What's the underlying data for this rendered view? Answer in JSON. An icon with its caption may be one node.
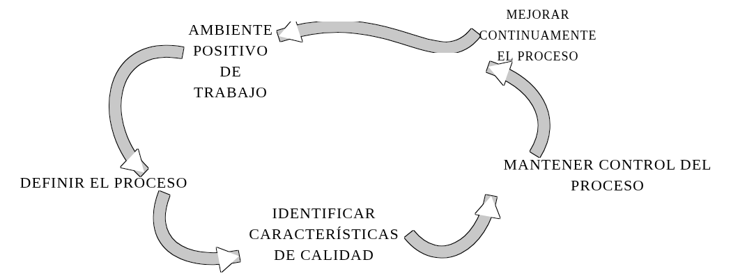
{
  "diagram": {
    "nodes": [
      {
        "text": [
          "AMBIENTE POSITIVO DE TRABAJO"
        ]
      },
      {
        "text": [
          "MEJORAR CONTINUAMENTE EL PROCESO"
        ]
      },
      {
        "text": [
          "DEFINIR EL PROCESO"
        ]
      },
      {
        "text": [
          "IDENTIFICAR CARACTERÍSTICAS DE CALIDAD"
        ]
      },
      {
        "text": [
          "MANTENER CONTROL DEL PROCESO"
        ]
      }
    ],
    "edges": [
      {
        "from": 0,
        "to": 2,
        "arrow": "to"
      },
      {
        "from": 2,
        "to": 3,
        "arrow": "to"
      },
      {
        "from": 3,
        "to": 4,
        "arrow": "to"
      },
      {
        "from": 4,
        "to": 1,
        "arrow": "to"
      },
      {
        "from": 1,
        "to": 0,
        "arrow": "to"
      }
    ]
  }
}
